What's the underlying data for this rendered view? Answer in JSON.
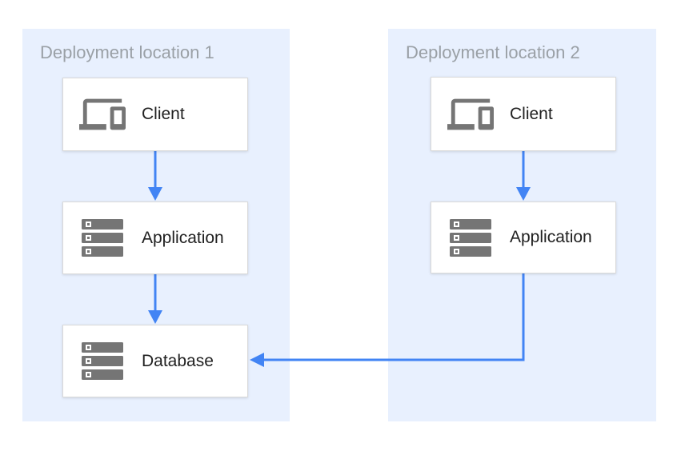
{
  "diagram": {
    "regions": [
      {
        "label": "Deployment location 1",
        "nodes": [
          {
            "id": "client-1",
            "label": "Client",
            "icon": "devices-icon"
          },
          {
            "id": "application-1",
            "label": "Application",
            "icon": "server-stack-icon"
          },
          {
            "id": "database-1",
            "label": "Database",
            "icon": "server-stack-icon"
          }
        ]
      },
      {
        "label": "Deployment location 2",
        "nodes": [
          {
            "id": "client-2",
            "label": "Client",
            "icon": "devices-icon"
          },
          {
            "id": "application-2",
            "label": "Application",
            "icon": "server-stack-icon"
          }
        ]
      }
    ],
    "edges": [
      {
        "from": "client-1",
        "to": "application-1",
        "style": "straight-down-arrow"
      },
      {
        "from": "application-1",
        "to": "database-1",
        "style": "straight-down-arrow"
      },
      {
        "from": "client-2",
        "to": "application-2",
        "style": "straight-down-arrow"
      },
      {
        "from": "application-2",
        "to": "database-1",
        "style": "elbow-down-then-left-arrow"
      }
    ],
    "colors": {
      "region_fill": "#e8f0fe",
      "arrow_blue": "#4284f4",
      "icon_gray": "#757575",
      "region_label_gray": "#9aa0a6",
      "node_text": "#212121",
      "node_border": "#d9d9d9"
    }
  }
}
